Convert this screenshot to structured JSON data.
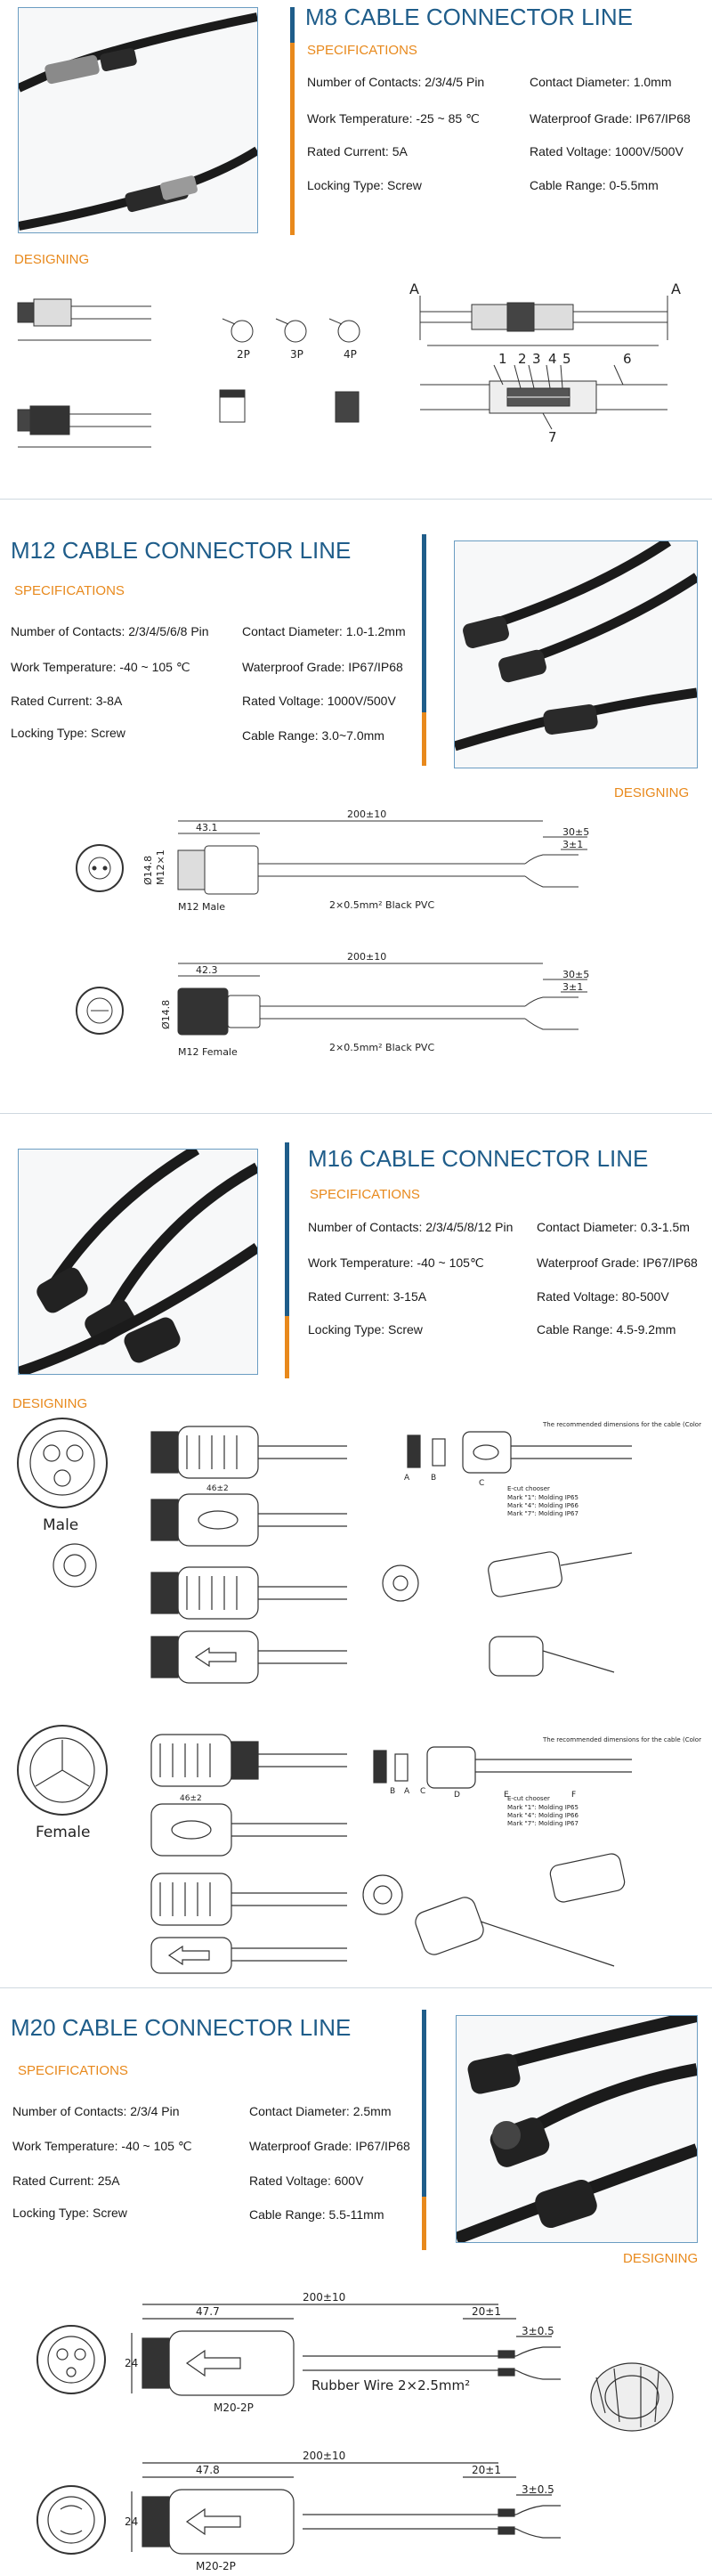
{
  "sections": [
    {
      "title": "M8 CABLE CONNECTOR LINE",
      "specifications_heading": "SPECIFICATIONS",
      "designing_heading": "DESIGNING",
      "specs_left": [
        "Number of Contacts: 2/3/4/5 Pin",
        "Work Temperature: -25 ~ 85 ℃",
        "Rated Current: 5A",
        "Locking Type: Screw"
      ],
      "specs_right": [
        "Contact Diameter: 1.0mm",
        "Waterproof Grade: IP67/IP68",
        "Rated Voltage: 1000V/500V",
        "Cable Range: 0-5.5mm"
      ],
      "drawing_labels": {
        "p2": "2P",
        "p3": "3P",
        "p4": "4P",
        "a_left": "A",
        "a_right": "A",
        "n1": "1",
        "n2": "2",
        "n3": "3",
        "n4": "4",
        "n5": "5",
        "n6": "6",
        "n7": "7"
      }
    },
    {
      "title": "M12 CABLE CONNECTOR LINE",
      "specifications_heading": "SPECIFICATIONS",
      "designing_heading": "DESIGNING",
      "specs_left": [
        "Number of Contacts: 2/3/4/5/6/8 Pin",
        "Work Temperature: -40 ~ 105 ℃",
        "Rated Current: 3-8A",
        "Locking Type: Screw"
      ],
      "specs_right": [
        "Contact Diameter: 1.0-1.2mm",
        "Waterproof Grade: IP67/IP68",
        "Rated Voltage: 1000V/500V",
        "Cable Range: 3.0~7.0mm"
      ],
      "drawing_labels": {
        "length": "200±10",
        "len_male": "43.1",
        "len_female": "42.3",
        "strip1": "30±5",
        "strip2": "3±1",
        "dia1": "Ø14.8",
        "thread": "M12×1",
        "male": "M12 Male",
        "female": "M12 Female",
        "wire": "2×0.5mm² Black PVC"
      }
    },
    {
      "title": "M16 CABLE CONNECTOR LINE",
      "specifications_heading": "SPECIFICATIONS",
      "designing_heading": "DESIGNING",
      "specs_left": [
        "Number of Contacts: 2/3/4/5/8/12 Pin",
        "Work Temperature: -40 ~ 105℃",
        "Rated Current: 3-15A",
        "Locking Type: Screw"
      ],
      "specs_right": [
        "Contact Diameter: 0.3-1.5m",
        "Waterproof Grade: IP67/IP68",
        "Rated Voltage: 80-500V",
        "Cable Range: 4.5-9.2mm"
      ],
      "drawing_labels": {
        "male": "Male",
        "female": "Female",
        "rec1": "The recommended dimensions for the cable (Color not specified)",
        "rec2": "The recommended dimensions for the cable (Color not specified)",
        "note_title": "E-cut chooser",
        "note1": "Mark \"1\": Molding IP65",
        "note2": "Mark \"4\": Molding IP66",
        "note3": "Mark \"7\": Molding IP67",
        "a": "A",
        "b": "B",
        "c": "C",
        "d": "D",
        "e": "E",
        "f": "F",
        "dim": "46±2"
      }
    },
    {
      "title": "M20 CABLE CONNECTOR LINE",
      "specifications_heading": "SPECIFICATIONS",
      "designing_heading": "DESIGNING",
      "specs_left": [
        "Number of Contacts: 2/3/4 Pin",
        "Work Temperature: -40 ~ 105 ℃",
        "Rated Current: 25A",
        "Locking Type: Screw"
      ],
      "specs_right": [
        "Contact Diameter: 2.5mm",
        "Waterproof Grade: IP67/IP68",
        "Rated Voltage: 600V",
        "Cable Range: 5.5-11mm"
      ],
      "drawing_labels": {
        "length": "200±10",
        "len1": "47.7",
        "len2": "47.8",
        "strip1": "20±1",
        "strip2": "3±0.5",
        "dia": "24",
        "model": "M20-2P",
        "wire": "Rubber Wire 2×2.5mm²"
      }
    }
  ],
  "colors": {
    "title_blue": "#1f5d8a",
    "accent_orange": "#e8891c"
  }
}
